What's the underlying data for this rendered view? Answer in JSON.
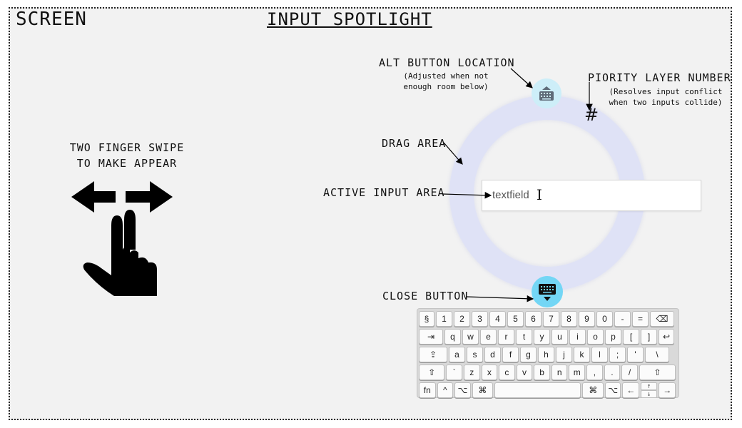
{
  "screen_label": "SCREEN",
  "title": "INPUT SPOTLIGHT",
  "gesture": {
    "line1": "TWO FINGER SWIPE",
    "line2": "TO MAKE APPEAR"
  },
  "labels": {
    "alt_button": "ALT BUTTON LOCATION",
    "alt_button_note1": "(Adjusted when not",
    "alt_button_note2": "enough room below)",
    "priority": "PIORITY LAYER NUMBER",
    "priority_note1": "(Resolves input conflict",
    "priority_note2": "when two inputs collide)",
    "drag_area": "DRAG AREA",
    "active_input": "ACTIVE INPUT AREA",
    "close_button": "CLOSE BUTTON"
  },
  "input": {
    "value": "textfield",
    "caret": "I"
  },
  "priority_symbol": "#",
  "keyboard": {
    "row1": [
      "§",
      "1",
      "2",
      "3",
      "4",
      "5",
      "6",
      "7",
      "8",
      "9",
      "0",
      "-",
      "=",
      "⌫"
    ],
    "row2": [
      "⇥",
      "q",
      "w",
      "e",
      "r",
      "t",
      "y",
      "u",
      "i",
      "o",
      "p",
      "[",
      "]",
      "↩"
    ],
    "row3": [
      "⇪",
      "a",
      "s",
      "d",
      "f",
      "g",
      "h",
      "j",
      "k",
      "l",
      ";",
      "'",
      "\\"
    ],
    "row4": [
      "⇧",
      "`",
      "z",
      "x",
      "c",
      "v",
      "b",
      "n",
      "m",
      ",",
      ".",
      "/",
      "⇧"
    ],
    "row5_left": [
      "fn",
      "^",
      "⌥",
      "⌘"
    ],
    "row5_space": "",
    "row5_right": [
      "⌘",
      "⌥"
    ],
    "arrows": {
      "up": "↑",
      "left": "←",
      "down": "↓",
      "right": "→"
    }
  },
  "colors": {
    "ring": "#dfe2f6",
    "alt_button": "#cdeef8",
    "close_button": "#73d6f5",
    "background": "#f2f2f2"
  }
}
